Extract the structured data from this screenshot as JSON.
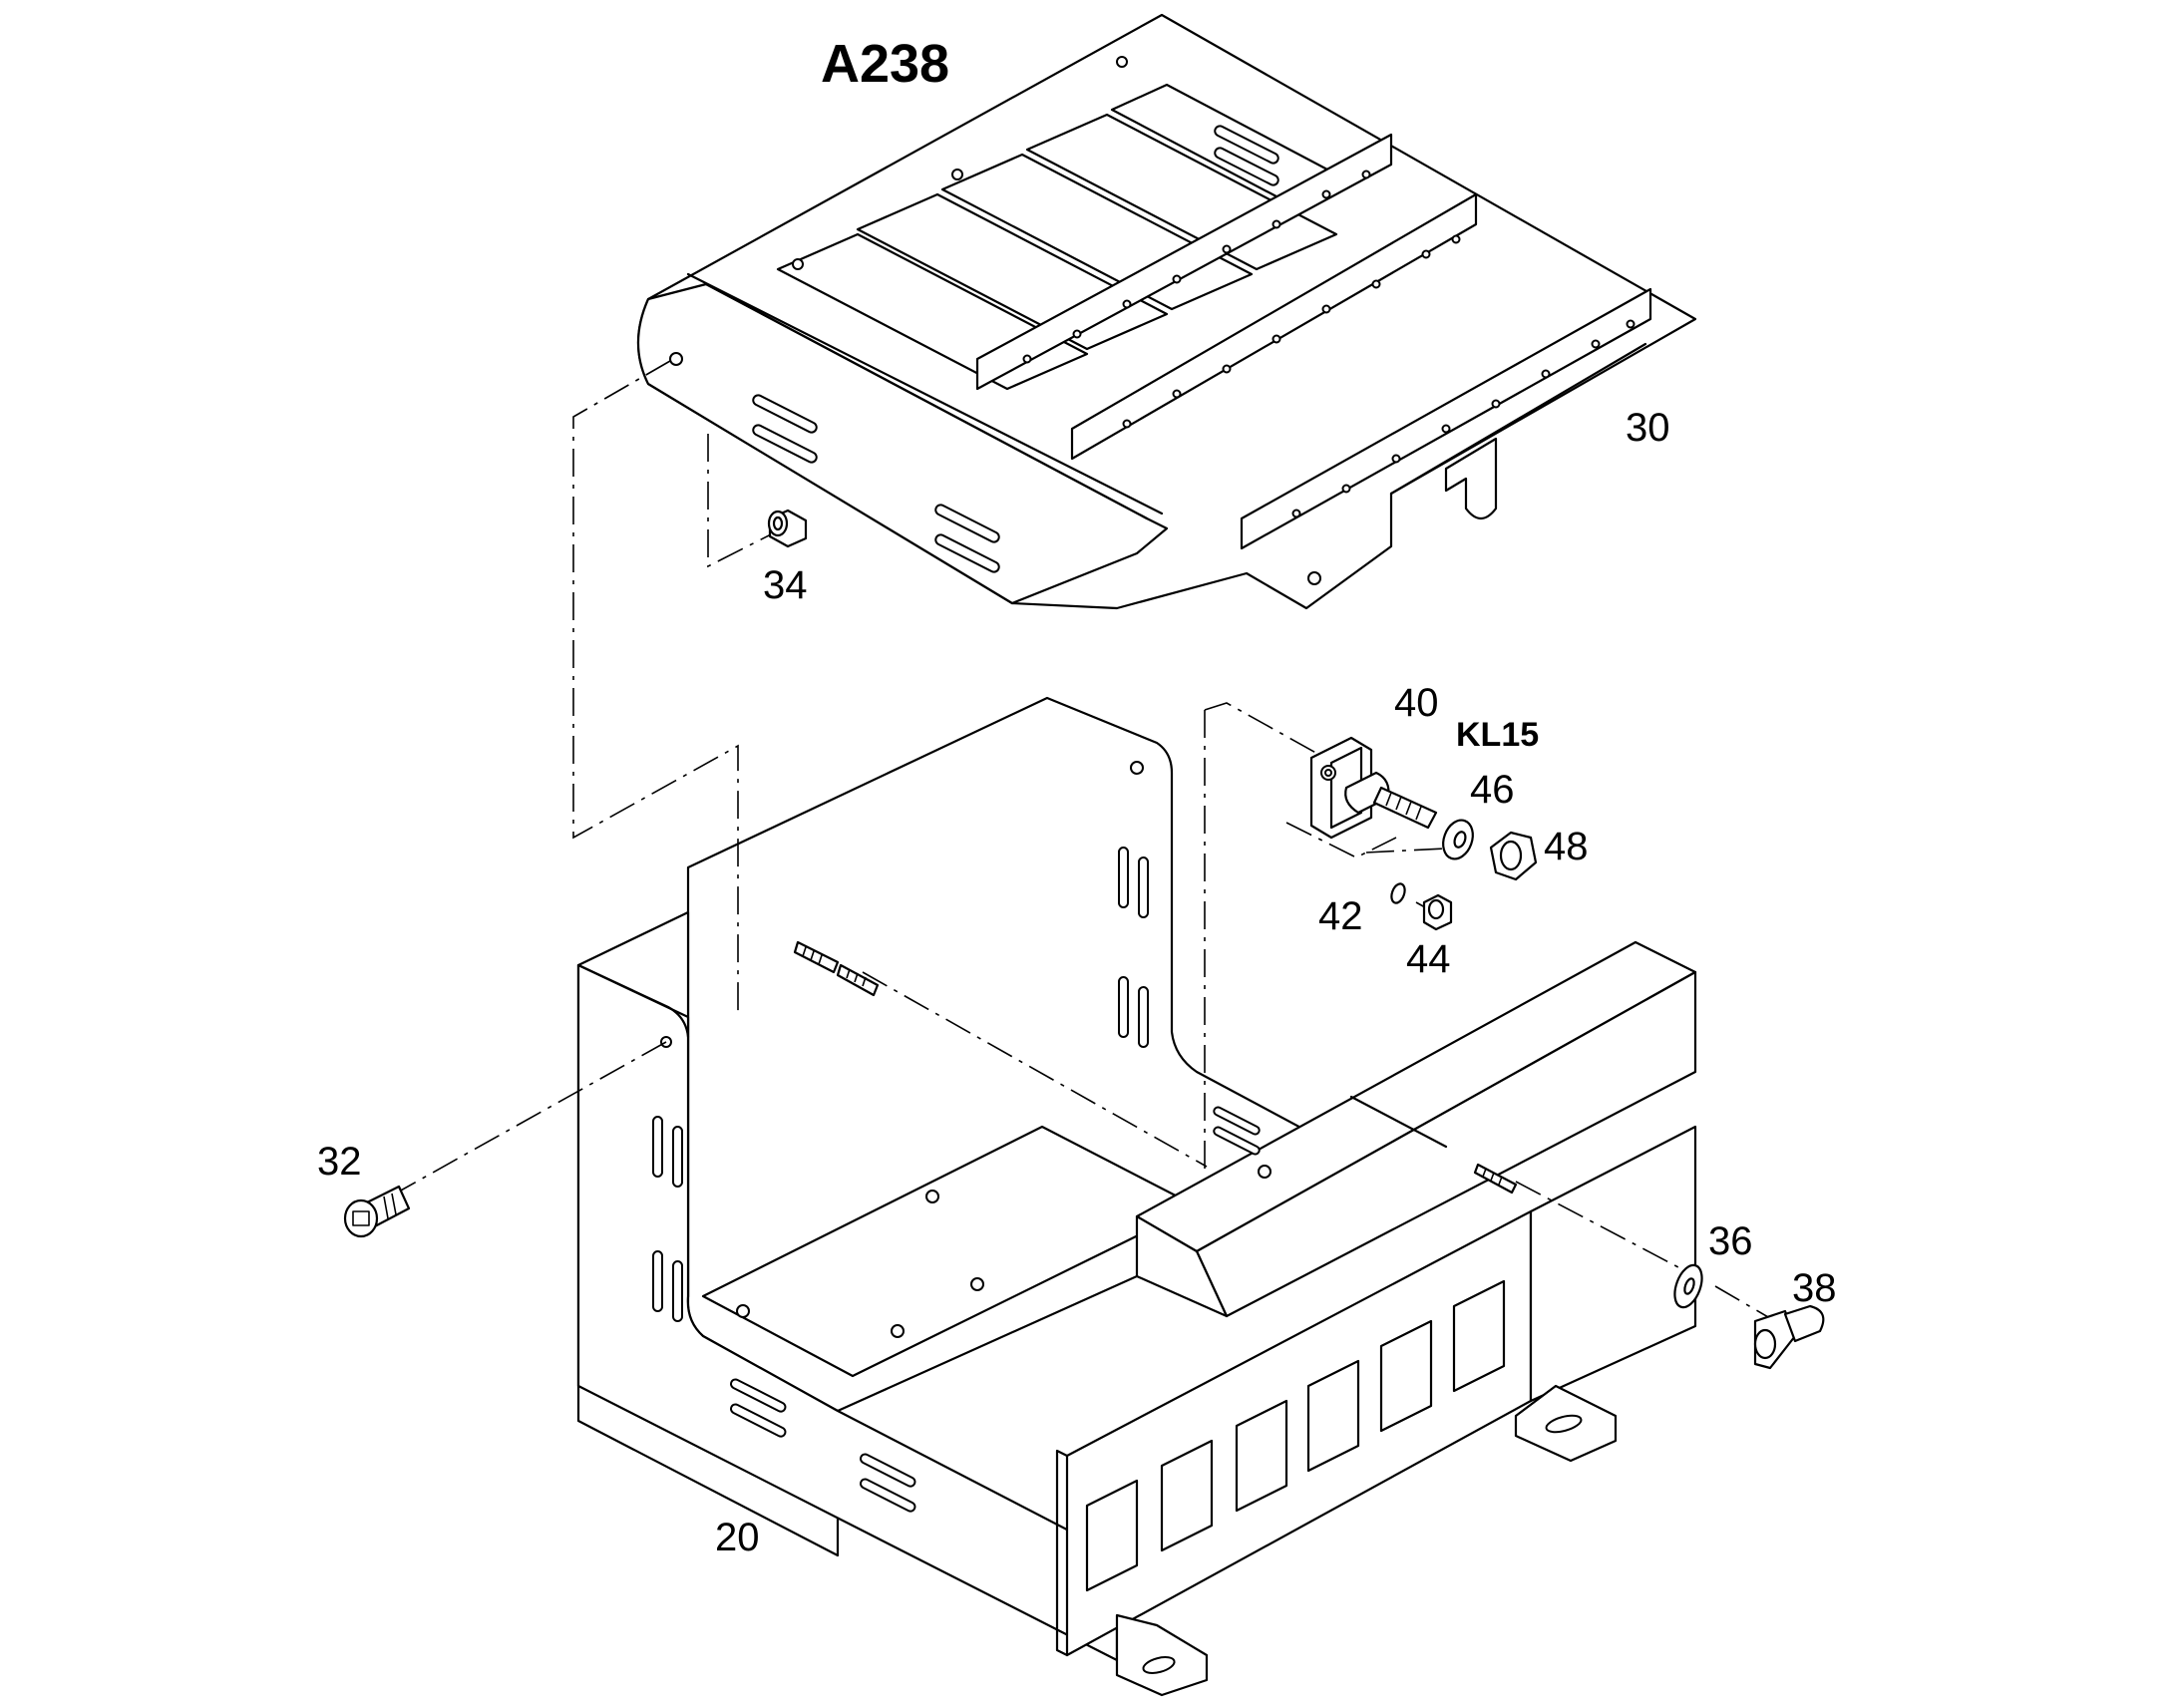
{
  "diagram": {
    "title": "A238",
    "terminal_label": "KL15",
    "parts": {
      "p20": "20",
      "p30": "30",
      "p32": "32",
      "p34": "34",
      "p36": "36",
      "p38": "38",
      "p40": "40",
      "p42": "42",
      "p44": "44",
      "p46": "46",
      "p48": "48"
    }
  }
}
